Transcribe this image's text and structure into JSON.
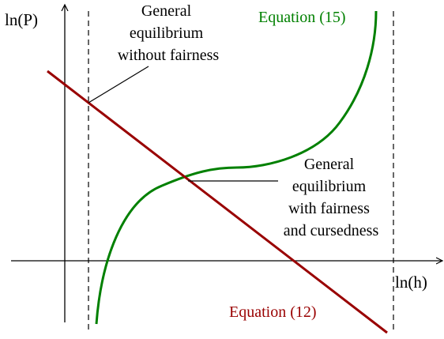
{
  "axes": {
    "y_label": "ln(P)",
    "x_label": "ln(h)"
  },
  "annotations": {
    "no_fairness": [
      "General",
      "equilibrium",
      "without fairness"
    ],
    "with_fairness": [
      "General",
      "equilibrium",
      "with fairness",
      "and cursedness"
    ]
  },
  "curves": {
    "equation_15": {
      "label": "Equation (15)",
      "color": "#008000"
    },
    "equation_12": {
      "label": "Equation (12)",
      "color": "#990000"
    }
  }
}
